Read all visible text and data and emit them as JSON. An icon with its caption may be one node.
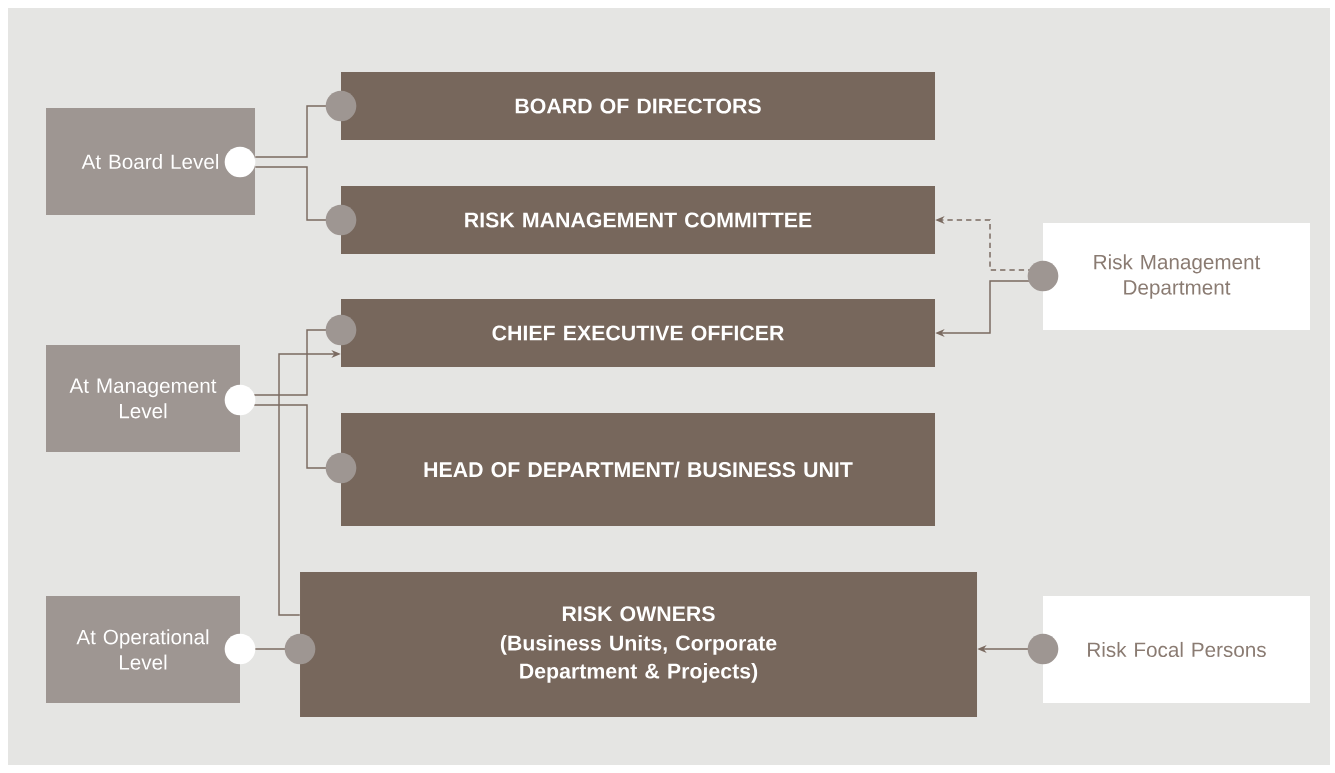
{
  "diagram": {
    "nodes": [
      {
        "text": [
          "At Board Level"
        ]
      },
      {
        "text": [
          "BOARD OF DIRECTORS"
        ]
      },
      {
        "text": [
          "RISK MANAGEMENT COMMITTEE"
        ]
      },
      {
        "text": [
          "Risk Management Department"
        ]
      },
      {
        "text": [
          "At Management Level"
        ]
      },
      {
        "text": [
          "CHIEF EXECUTIVE OFFICER"
        ]
      },
      {
        "text": [
          "HEAD OF DEPARTMENT/ BUSINESS UNIT"
        ]
      },
      {
        "text": [
          "At Operational Level"
        ]
      },
      {
        "text": [
          "RISK OWNERS",
          "(Business Units, Corporate Department & Projects)"
        ]
      },
      {
        "text": [
          "Risk Focal Persons"
        ]
      }
    ],
    "edges": [
      {
        "from": 0,
        "to": 1,
        "arrow": "none"
      },
      {
        "from": 0,
        "to": 2,
        "arrow": "none"
      },
      {
        "from": 3,
        "to": 2,
        "arrow": "to",
        "style": "dashed"
      },
      {
        "from": 3,
        "to": 5,
        "arrow": "to"
      },
      {
        "from": 4,
        "to": 5,
        "arrow": "none"
      },
      {
        "from": 4,
        "to": 6,
        "arrow": "none"
      },
      {
        "from": 8,
        "to": 5,
        "arrow": "to"
      },
      {
        "from": 7,
        "to": 8,
        "arrow": "none"
      },
      {
        "from": 9,
        "to": 8,
        "arrow": "to"
      }
    ]
  }
}
